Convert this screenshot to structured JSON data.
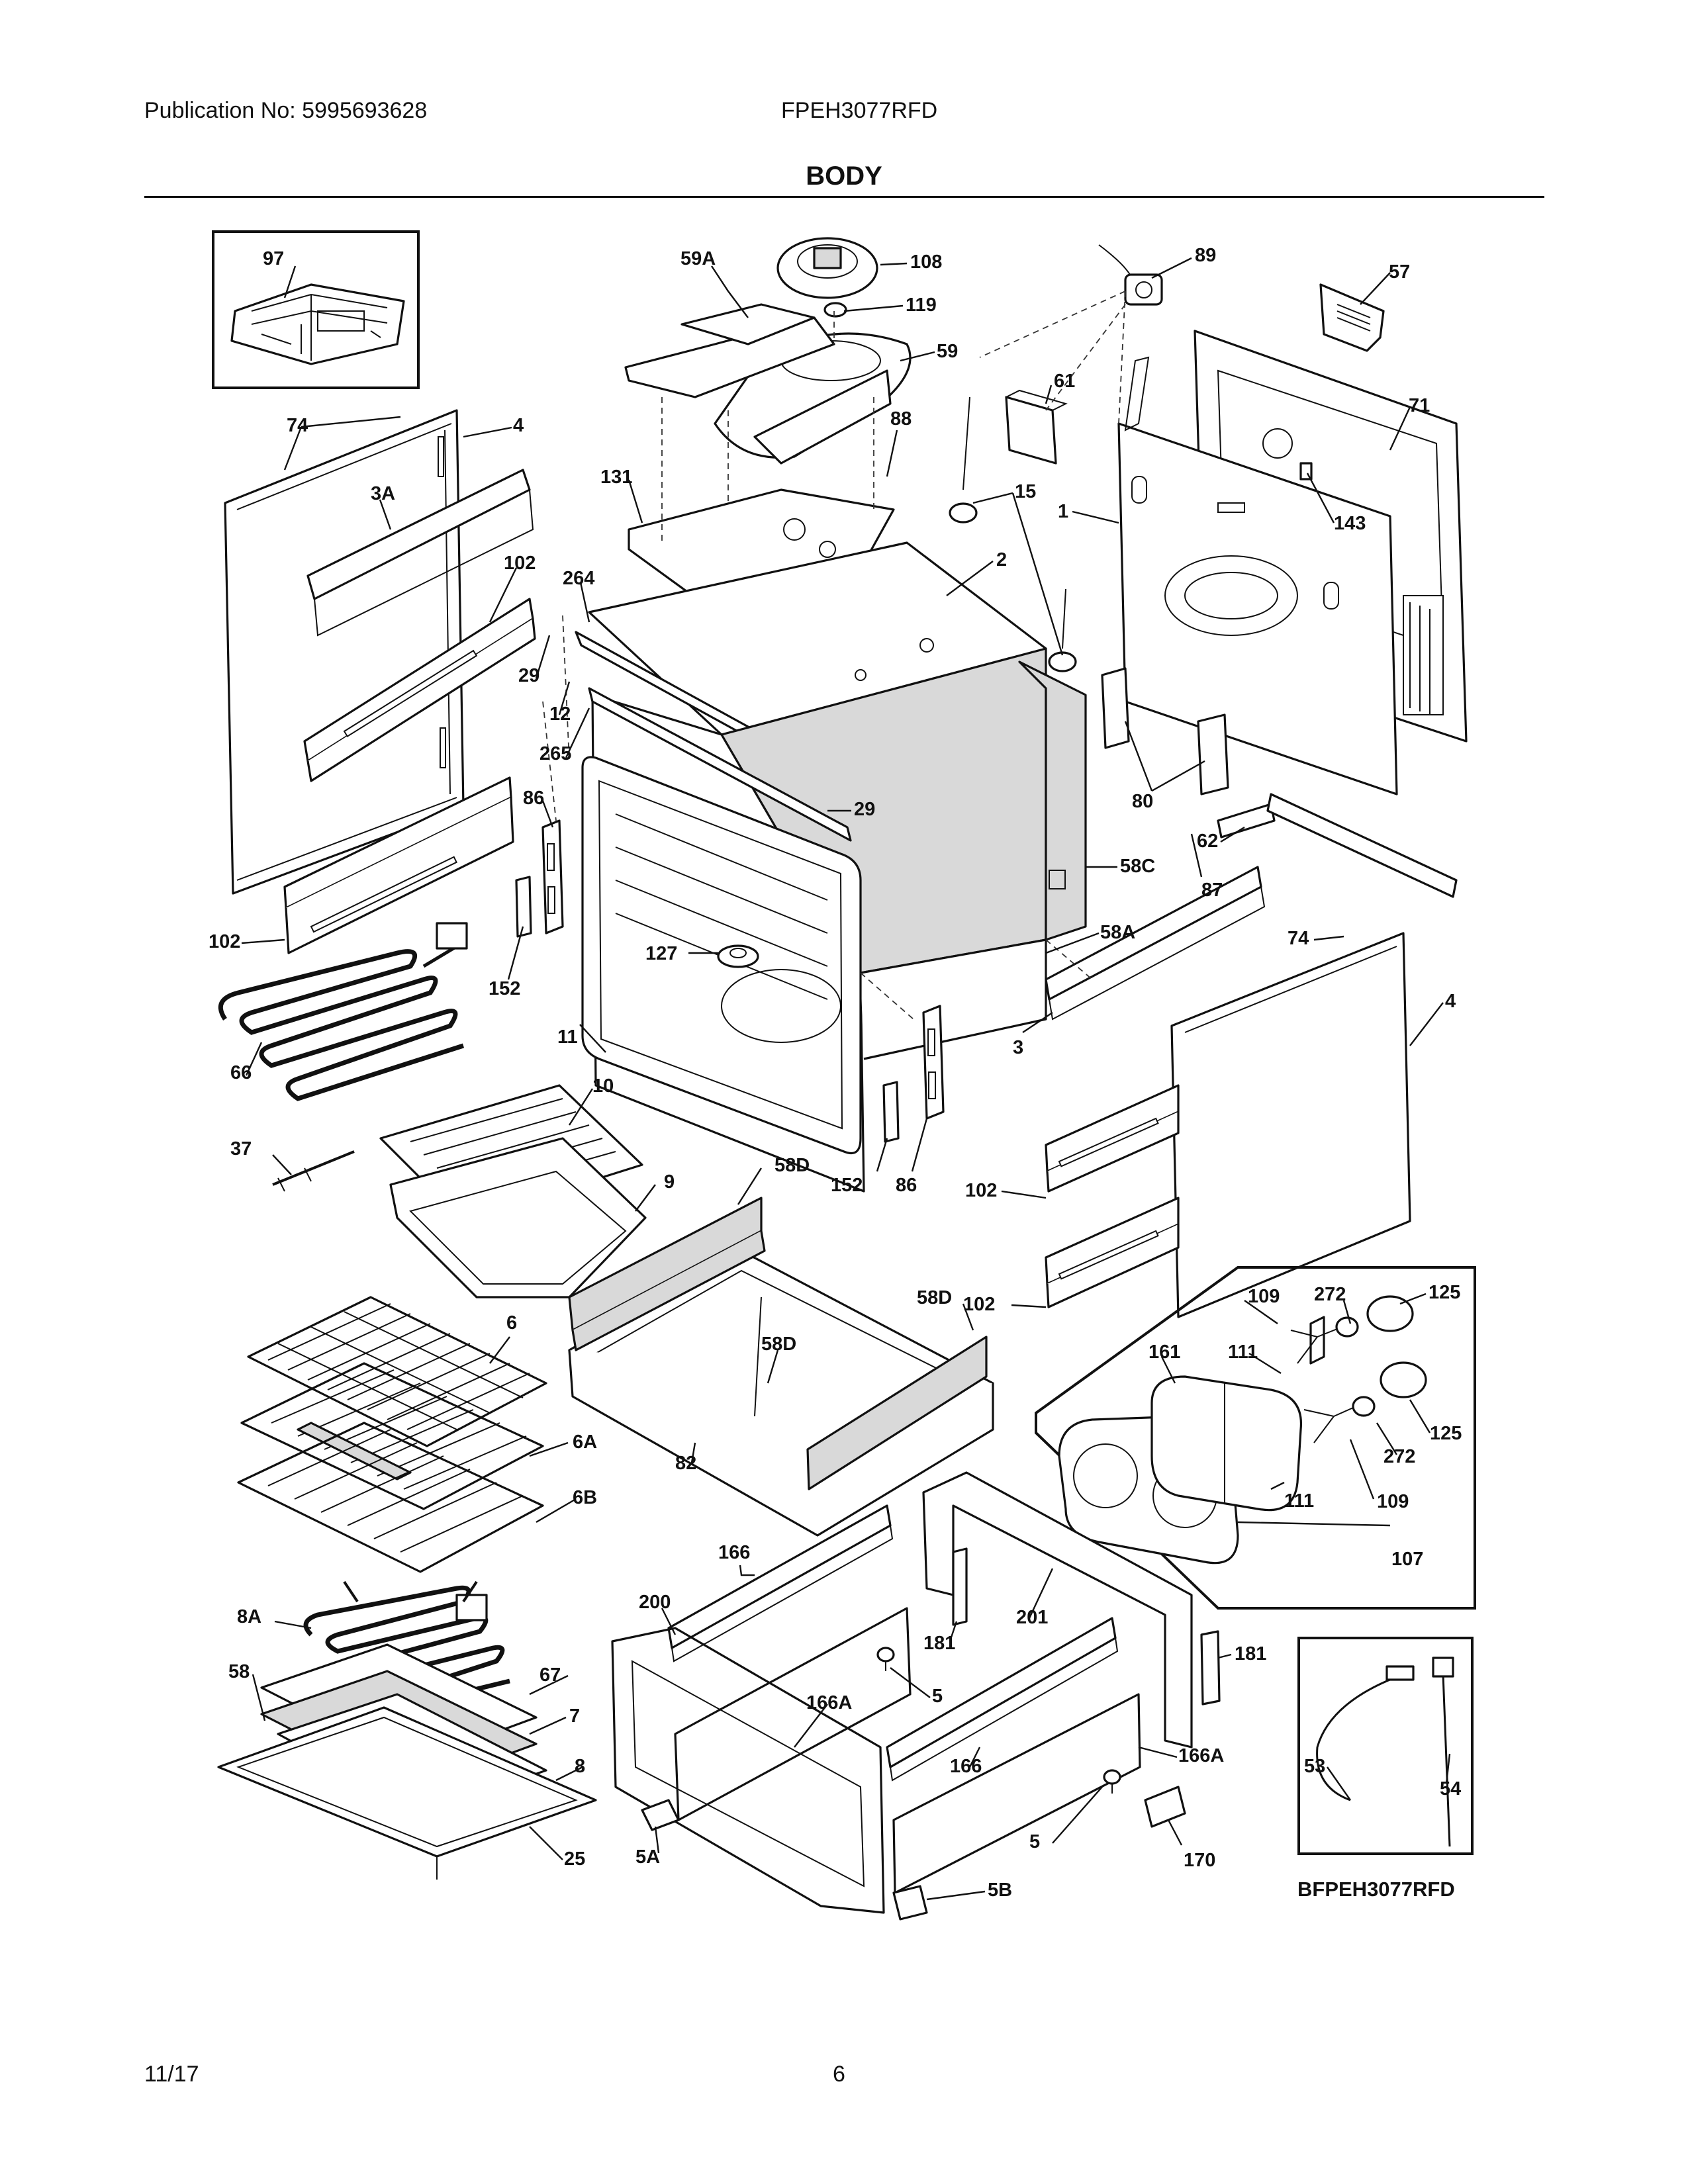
{
  "header": {
    "publication": "Publication No: 5995693628",
    "model": "FPEH3077RFD",
    "section_title": "BODY"
  },
  "footer": {
    "date": "11/17",
    "page_number": "6"
  },
  "diagram": {
    "reference_code": "BFPEH3077RFD",
    "callouts": [
      "97",
      "59A",
      "108",
      "119",
      "59",
      "89",
      "57",
      "74",
      "4",
      "61",
      "88",
      "71",
      "3A",
      "131",
      "15",
      "1",
      "143",
      "102",
      "264",
      "2",
      "29",
      "12",
      "265",
      "80",
      "29",
      "86",
      "58C",
      "62",
      "87",
      "102",
      "127",
      "58A",
      "152",
      "74",
      "4",
      "11",
      "3",
      "66",
      "10",
      "37",
      "152",
      "86",
      "58D",
      "9",
      "102",
      "109",
      "272",
      "125",
      "6",
      "58D",
      "102",
      "161",
      "111",
      "58D",
      "6A",
      "82",
      "125",
      "272",
      "6B",
      "111",
      "109",
      "166",
      "107",
      "200",
      "181",
      "201",
      "8A",
      "181",
      "67",
      "5",
      "58",
      "7",
      "166A",
      "53",
      "8",
      "166",
      "166A",
      "54",
      "25",
      "5A",
      "5",
      "170",
      "5B"
    ]
  }
}
